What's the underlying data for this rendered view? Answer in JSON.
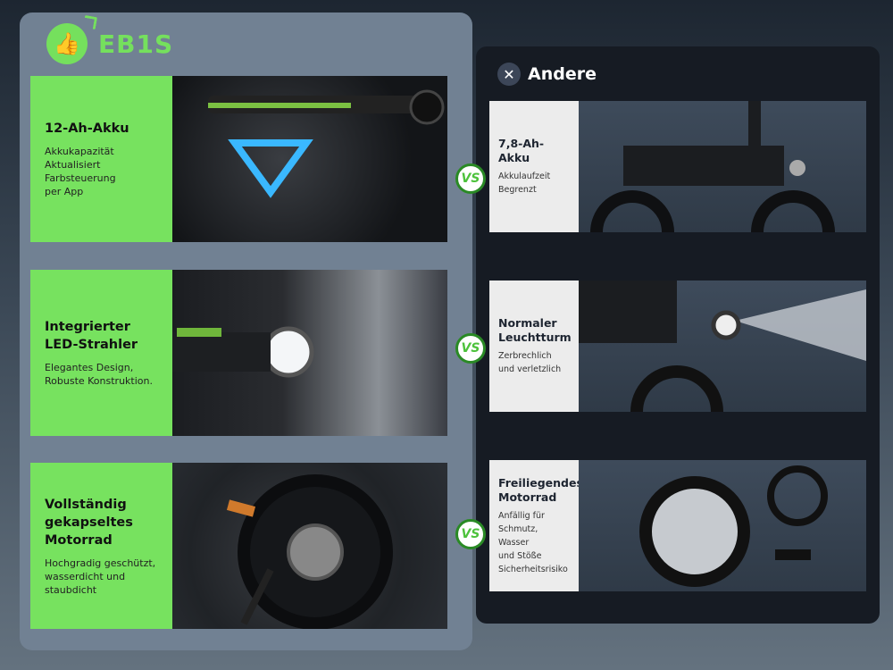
{
  "ours": {
    "brand": "EB1S",
    "icon": "thumbs-up-icon",
    "accent": "#77e25f",
    "features": [
      {
        "title": "12-Ah-Akku",
        "desc": [
          "Akkukapazität",
          "Aktualisiert",
          "Farbsteuerung",
          "per App"
        ]
      },
      {
        "title": "Integrierter LED-Strahler",
        "desc": [
          "Elegantes Design,",
          "Robuste Konstruktion."
        ]
      },
      {
        "title": "Vollständig gekapseltes Motorrad",
        "desc": [
          "Hochgradig geschützt,",
          "wasserdicht und",
          "staubdicht"
        ]
      }
    ]
  },
  "vs_label": "VS",
  "others": {
    "title": "Andere",
    "icon": "close-icon",
    "features": [
      {
        "title": "7,8-Ah-Akku",
        "desc": [
          "Akkulaufzeit",
          "Begrenzt"
        ]
      },
      {
        "title": "Normaler Leuchtturm",
        "desc": [
          "Zerbrechlich",
          "und verletzlich"
        ]
      },
      {
        "title": "Freiliegendes Motorrad",
        "desc": [
          "Anfällig für",
          "Schmutz, Wasser",
          "und Stöße",
          "Sicherheitsrisiko"
        ]
      }
    ]
  }
}
